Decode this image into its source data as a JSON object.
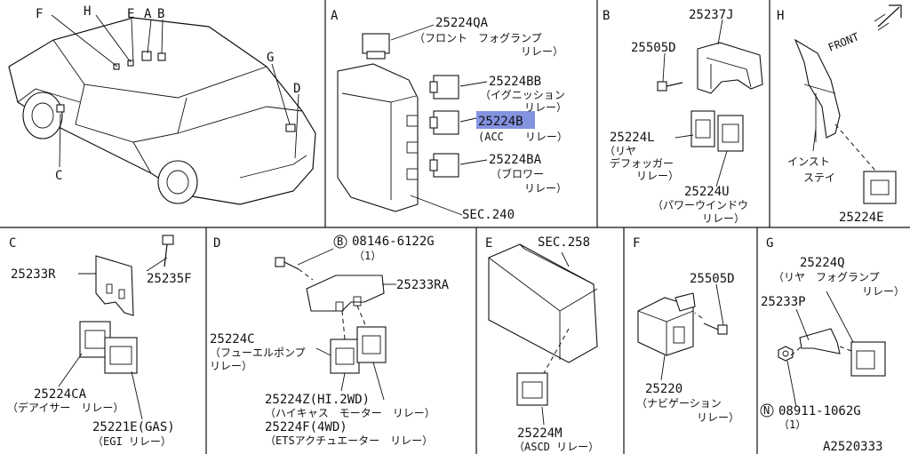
{
  "panels": {
    "overview": {
      "labels": [
        "F",
        "H",
        "E",
        "A",
        "B",
        "G",
        "D",
        "C"
      ]
    },
    "A": {
      "letter": "A",
      "parts": [
        {
          "pn": "25224QA",
          "desc": [
            "（フロント　フォグランプ",
            "リレー）"
          ]
        },
        {
          "pn": "25224BB",
          "desc": [
            "（イグニッション",
            "リレー）"
          ]
        },
        {
          "pn": "25224B",
          "desc": [
            "(ACC　　リレー）"
          ]
        },
        {
          "pn": "25224BA",
          "desc": [
            "（ブロワー",
            "リレー）"
          ]
        }
      ],
      "sec": "SEC.240",
      "highlight_color": "#5b6fd6"
    },
    "B": {
      "letter": "B",
      "parts": [
        {
          "pn": "25237J",
          "desc": []
        },
        {
          "pn": "25505D",
          "desc": []
        },
        {
          "pn": "25224L",
          "desc": [
            "（リヤ",
            "デフォッガー",
            "リレー）"
          ]
        },
        {
          "pn": "25224U",
          "desc": [
            "（パワーウインドウ",
            "リレー）"
          ]
        }
      ]
    },
    "H": {
      "letter": "H",
      "front": "FRONT",
      "insty": [
        "インスト",
        "ステイ"
      ],
      "parts": [
        {
          "pn": "25224E",
          "desc": []
        }
      ]
    },
    "C": {
      "letter": "C",
      "parts": [
        {
          "pn": "25233R",
          "desc": []
        },
        {
          "pn": "25235F",
          "desc": []
        },
        {
          "pn": "25224CA",
          "desc": [
            "（デアイサー　リレー）"
          ]
        },
        {
          "pn": "25221E(GAS)",
          "desc": [
            "（EGI リレー）"
          ]
        }
      ]
    },
    "D": {
      "letter": "D",
      "bolt": {
        "code": "B",
        "pn": "08146-6122G",
        "qty": "（1）"
      },
      "parts": [
        {
          "pn": "25233RA",
          "desc": []
        },
        {
          "pn": "25224C",
          "desc": [
            "（フューエルポンプ",
            "リレー）"
          ]
        },
        {
          "pn": "25224Z(HI.2WD)",
          "desc": [
            "（ハイキャス　モーター　リレー）"
          ]
        },
        {
          "pn": "25224F(4WD)",
          "desc": [
            "（ETSアクチュエーター　リレー）"
          ]
        }
      ]
    },
    "E": {
      "letter": "E",
      "sec": "SEC.258",
      "parts": [
        {
          "pn": "25224M",
          "desc": [
            "（ASCD リレー）"
          ]
        }
      ]
    },
    "F": {
      "letter": "F",
      "parts": [
        {
          "pn": "25505D",
          "desc": []
        },
        {
          "pn": "25220",
          "desc": [
            "（ナビゲーション",
            "リレー）"
          ]
        }
      ]
    },
    "G": {
      "letter": "G",
      "parts": [
        {
          "pn": "25224Q",
          "desc": [
            "（リヤ　フォグランプ",
            "リレー）"
          ]
        },
        {
          "pn": "25233P",
          "desc": []
        }
      ],
      "nut": {
        "code": "N",
        "pn": "08911-1062G",
        "qty": "（1）"
      }
    }
  },
  "diagram_code": "A2520333"
}
